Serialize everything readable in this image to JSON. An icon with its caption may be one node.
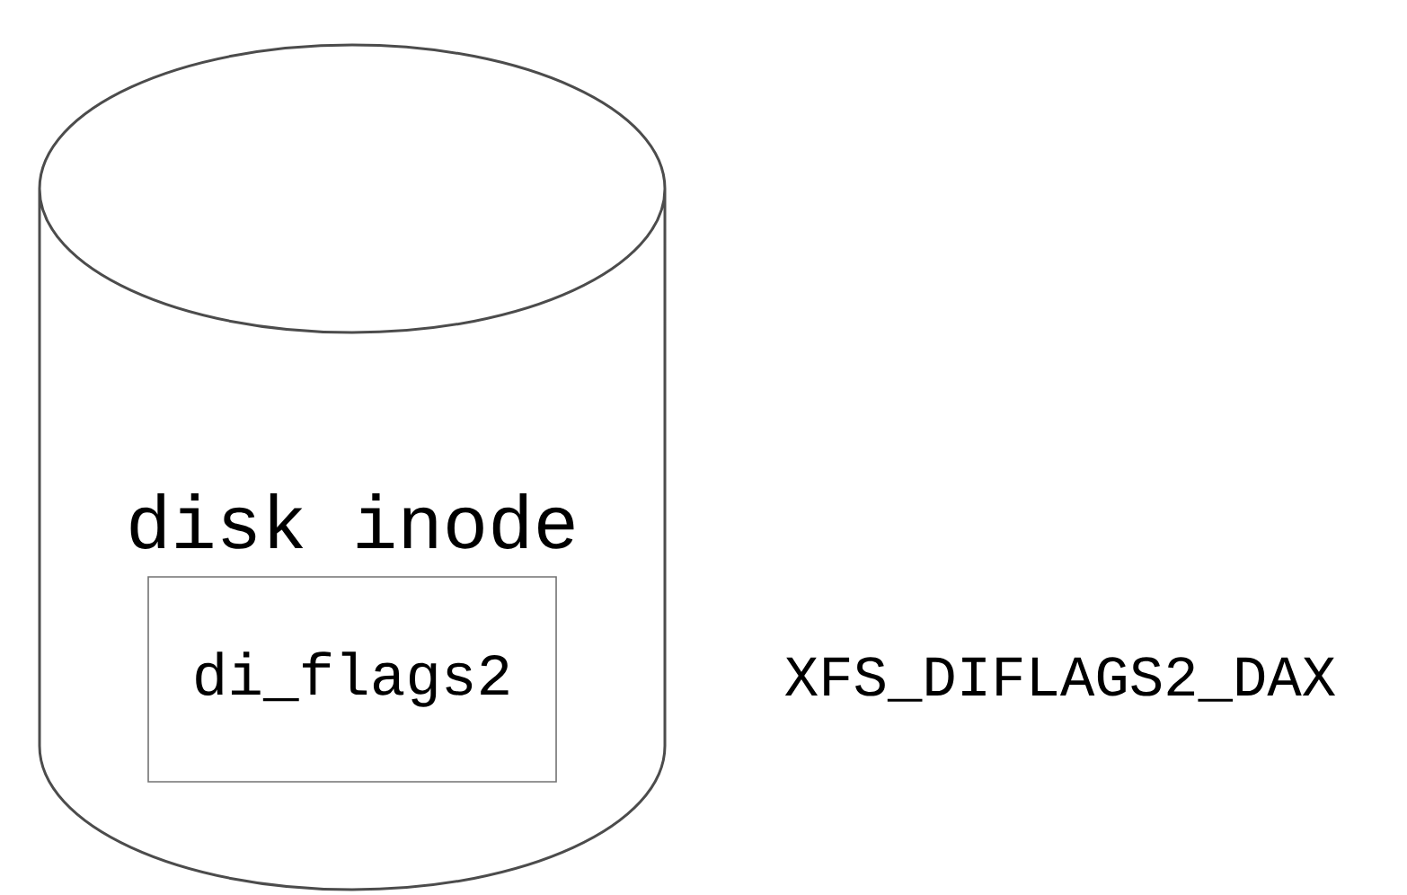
{
  "diagram": {
    "nodes": [
      {
        "text": [
          "disk inode"
        ]
      },
      {
        "text": [
          "di_flags2"
        ],
        "in": 0
      }
    ],
    "labels": [
      "XFS_DIFLAGS2_DAX"
    ]
  }
}
